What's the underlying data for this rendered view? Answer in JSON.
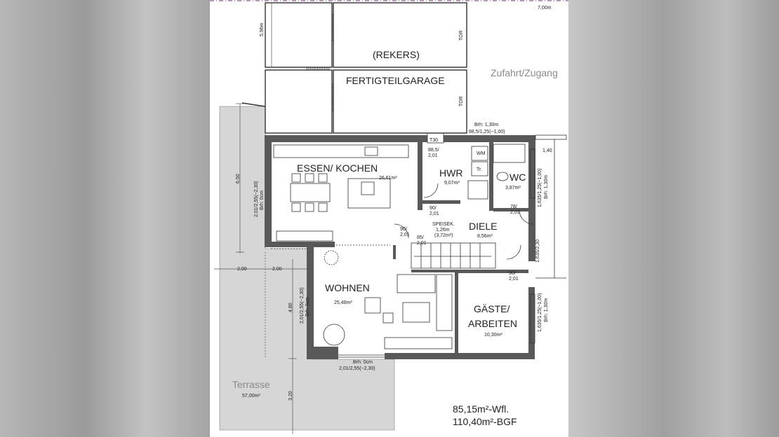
{
  "plan": {
    "dim_top": "7,00m",
    "dim_garage_depth": "5,96m",
    "rekers": "(REKERS)",
    "garage": "FERTIGTEILGARAGE",
    "tor": "TOR",
    "zufahrt": "Zufahrt/Zugang",
    "brh_top": "Brh: 1,30m",
    "brh_top_dim": "88,5/1,25(~1,00)",
    "t30": "T30",
    "door_hwr": "88,5/\n2,01",
    "wm": "WM",
    "tr": "Tr.",
    "dim_140": "1,40",
    "essen_kochen": "ESSEN/ KOCHEN",
    "essen_area": "26,61m²",
    "hwr": "HWR",
    "hwr_area": "9,07m²",
    "wc": "WC",
    "wc_area": "3,87m²",
    "dim_650": "6,50",
    "win_left1": "2,01/2,55(~2,30)",
    "win_left1_brh": "Brh: 0cm",
    "win_wc": "1,635/1,25(~1,00)",
    "win_wc_brh": "Brh: 1,30m",
    "door_90_201_a": "90/\n2,01",
    "door_78_201": "78/\n2,01",
    "door_90_201_b": "90/\n2,01",
    "speisek": "SPEISEK.",
    "speisek_area1": "1,26m",
    "speisek_area2": "(3,72m²)",
    "door_85_201": "85/\n2,01",
    "diele": "DIELE",
    "diele_area": "8,56m²",
    "dim_1635_230": "1,635/2,30",
    "dim_200_a": "2,00",
    "dim_200_b": "2,00",
    "door_90_201_c": "90/\n2,01",
    "wohnen": "WOHNEN",
    "wohnen_area": "25,48m²",
    "dim_480": "4,80",
    "win_left2": "2,01/2,55(~2,30)",
    "win_left2_brh": "Brh: 0cm",
    "gaeste1": "GÄSTE/",
    "gaeste2": "ARBEITEN",
    "gaeste_area": "10,30m²",
    "win_gaeste": "1,635/1,25(~1,00)",
    "win_gaeste_brh": "Brh: 1,30m",
    "brh_bottom": "Brh: 0cm",
    "win_bottom": "2,01/2,55(~2,30)",
    "terrasse": "Terrasse",
    "terrasse_area": "57,00m²",
    "dim_320": "3,20",
    "wfl": "85,15m²-Wfl.",
    "bgf": "110,40m²-BGF"
  },
  "colors": {
    "wall": "#595959",
    "terrace": "#d6d6d6",
    "paper": "#ffffff",
    "accent": "#7a2f7a"
  }
}
